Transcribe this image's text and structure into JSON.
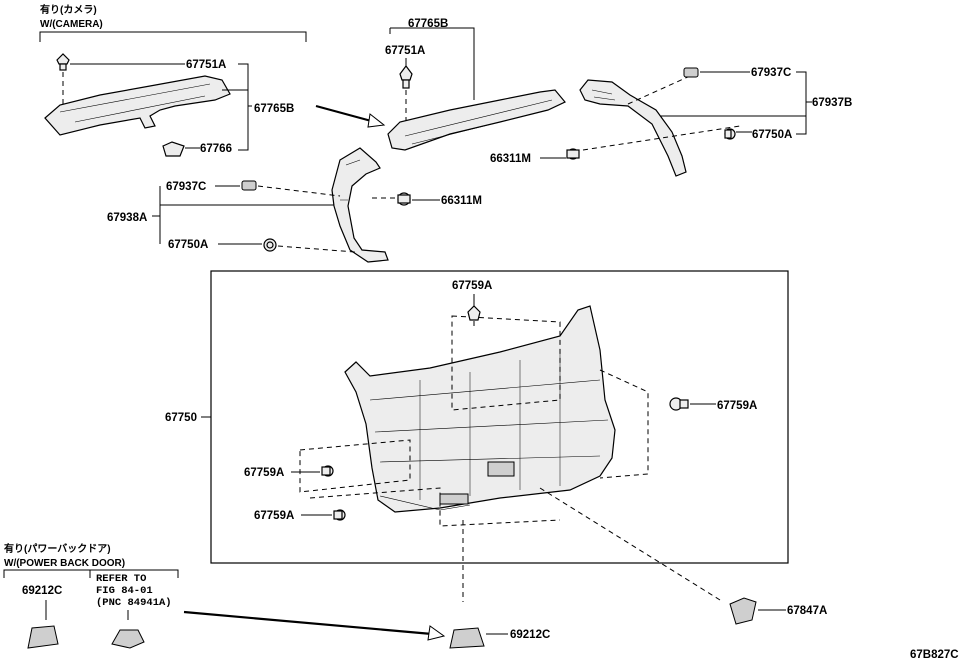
{
  "camera_group": {
    "title_jp": "有り(カメラ)",
    "title_en": "W/(CAMERA)",
    "labels": {
      "clip": "67751A",
      "garnish": "67765B",
      "cover": "67766"
    }
  },
  "upper_right": {
    "garnish_label": "67765B",
    "clip_label": "67751A",
    "nut_label": "66311M",
    "assy_label": "67937B",
    "clip_c_label": "67937C",
    "screw_label": "67750A"
  },
  "left_side": {
    "assy_label": "67938A",
    "clip_c_label": "67937C",
    "screw_label": "67750A",
    "nut_label": "66311M"
  },
  "main_panel": {
    "panel_label": "67750",
    "clip_labels": {
      "top": "67759A",
      "right": "67759A",
      "left_upper": "67759A",
      "left_lower": "67759A"
    },
    "bracket_label": "67847A",
    "handle_label": "69212C"
  },
  "power_door_group": {
    "title_jp": "有り(パワーバックドア)",
    "title_en": "W/(POWER BACK DOOR)",
    "handle_label": "69212C",
    "refer_line1": "REFER TO",
    "refer_line2": "FIG 84-01",
    "refer_line3": "(PNC 84941A)"
  },
  "figure_code": "67B827C"
}
